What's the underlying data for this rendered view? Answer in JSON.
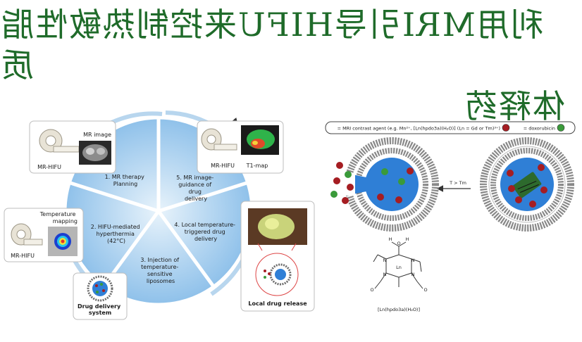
{
  "title": {
    "line1": "利用MRI引导HIFU来控制热敏性脂质",
    "line2": "体释药"
  },
  "colors": {
    "title": "#1f6b2a",
    "wheel_light": "#cfe6f6",
    "wheel_mid": "#9fcbee",
    "wheel_dark": "#7fb6e2",
    "core_blue": "#2f7fd6",
    "gd_red": "#a51d22",
    "dox_green": "#3a9a3a"
  },
  "cycle": {
    "steps": [
      {
        "id": "s1",
        "text": [
          "1. MR therapy",
          "Planning"
        ]
      },
      {
        "id": "s2",
        "text": [
          "2. HIFU-mediated",
          "hyperthermia",
          "(42°C)"
        ]
      },
      {
        "id": "s3",
        "text": [
          "3. Injection of",
          "temperature-",
          "sensitive",
          "liposomes"
        ]
      },
      {
        "id": "s4",
        "text": [
          "4. Local temperature-",
          "triggered drug",
          "delivery"
        ]
      },
      {
        "id": "s5",
        "text": [
          "5. MR image-",
          "guidance of",
          "drug",
          "delivery"
        ]
      }
    ],
    "panels": {
      "mr_image": {
        "title": "MR image",
        "caption": "MR-HIFU"
      },
      "t1_map": {
        "caption_left": "T1-map",
        "caption_right": "MR-HIFU"
      },
      "temp_map": {
        "title": [
          "Temperature",
          "mapping"
        ],
        "caption": "MR-HIFU"
      },
      "drug_system": {
        "caption": [
          "Drug delivery",
          "system"
        ]
      },
      "local_release": {
        "caption": "Local drug release"
      }
    }
  },
  "legend": {
    "dox": "= doxorubicin",
    "mri": "= MRI contrast agent (e.g. Mn²⁺, [Ln(hpdo3a)(H₂O)] (Ln = Gd or Tm)³⁺)"
  },
  "transition": {
    "label": "T > Tm"
  },
  "chemical": {
    "formula": "[Ln(hpdo3a)(H₂O)]"
  }
}
